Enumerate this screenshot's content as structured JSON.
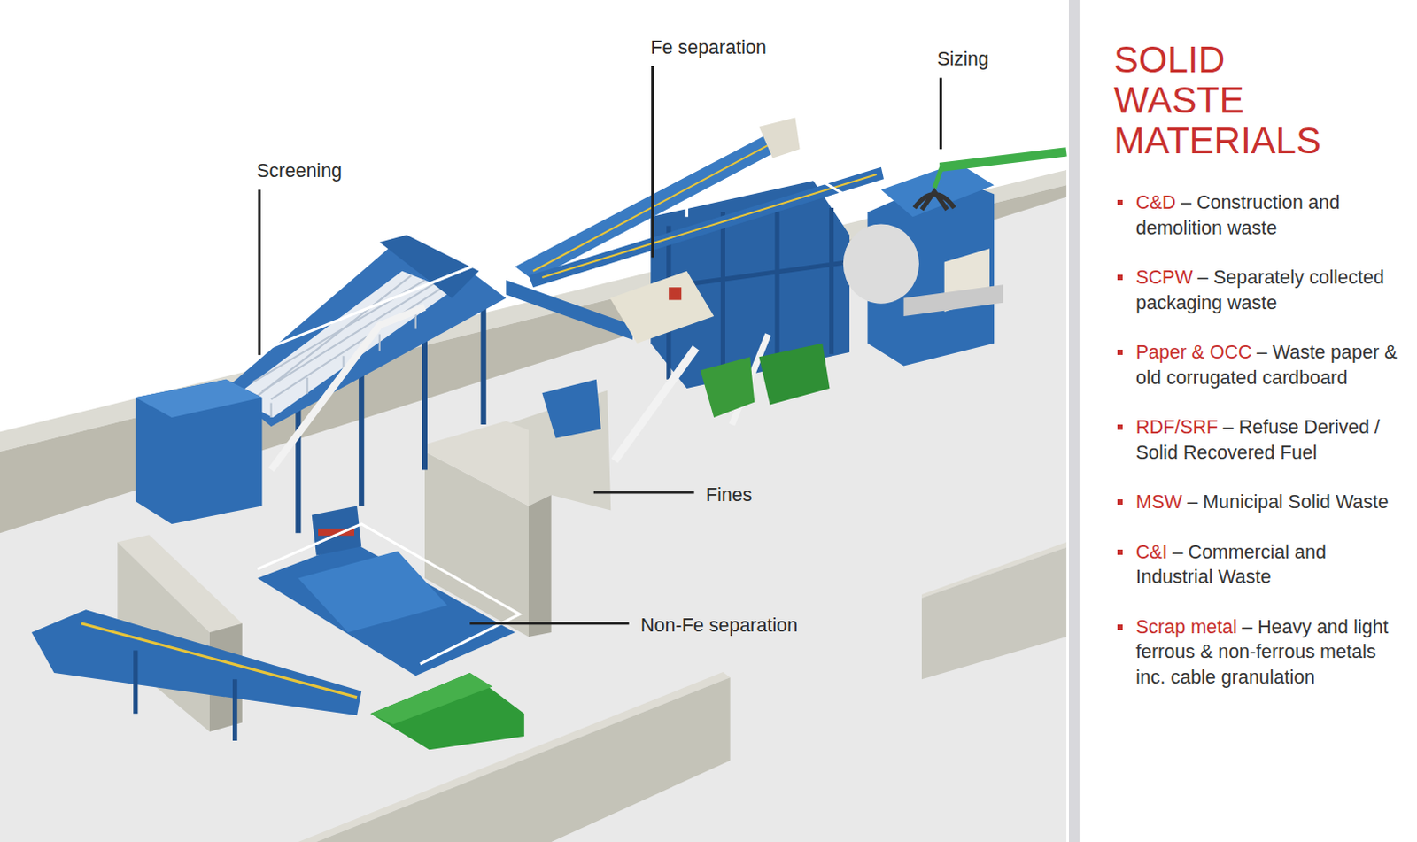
{
  "diagram": {
    "title": "SOLID WASTE MATERIALS",
    "labels": [
      "Fe separation",
      "Sizing",
      "Screening",
      "Fines",
      "Non-Fe separation",
      "C&D",
      "– Construction and demolition waste",
      "SCPW",
      "– Separately collected packaging waste",
      "Paper & OCC",
      "– Waste paper & old corrugated cardboard",
      "RDF/SRF",
      "– Refuse Derived / Solid Recovered Fuel",
      "MSW",
      "– Municipal Solid Waste",
      "C&I",
      "– Commercial and Industrial Waste",
      "Scrap metal",
      "– Heavy and light ferrous & non-ferrous metals inc. cable granulation"
    ]
  }
}
